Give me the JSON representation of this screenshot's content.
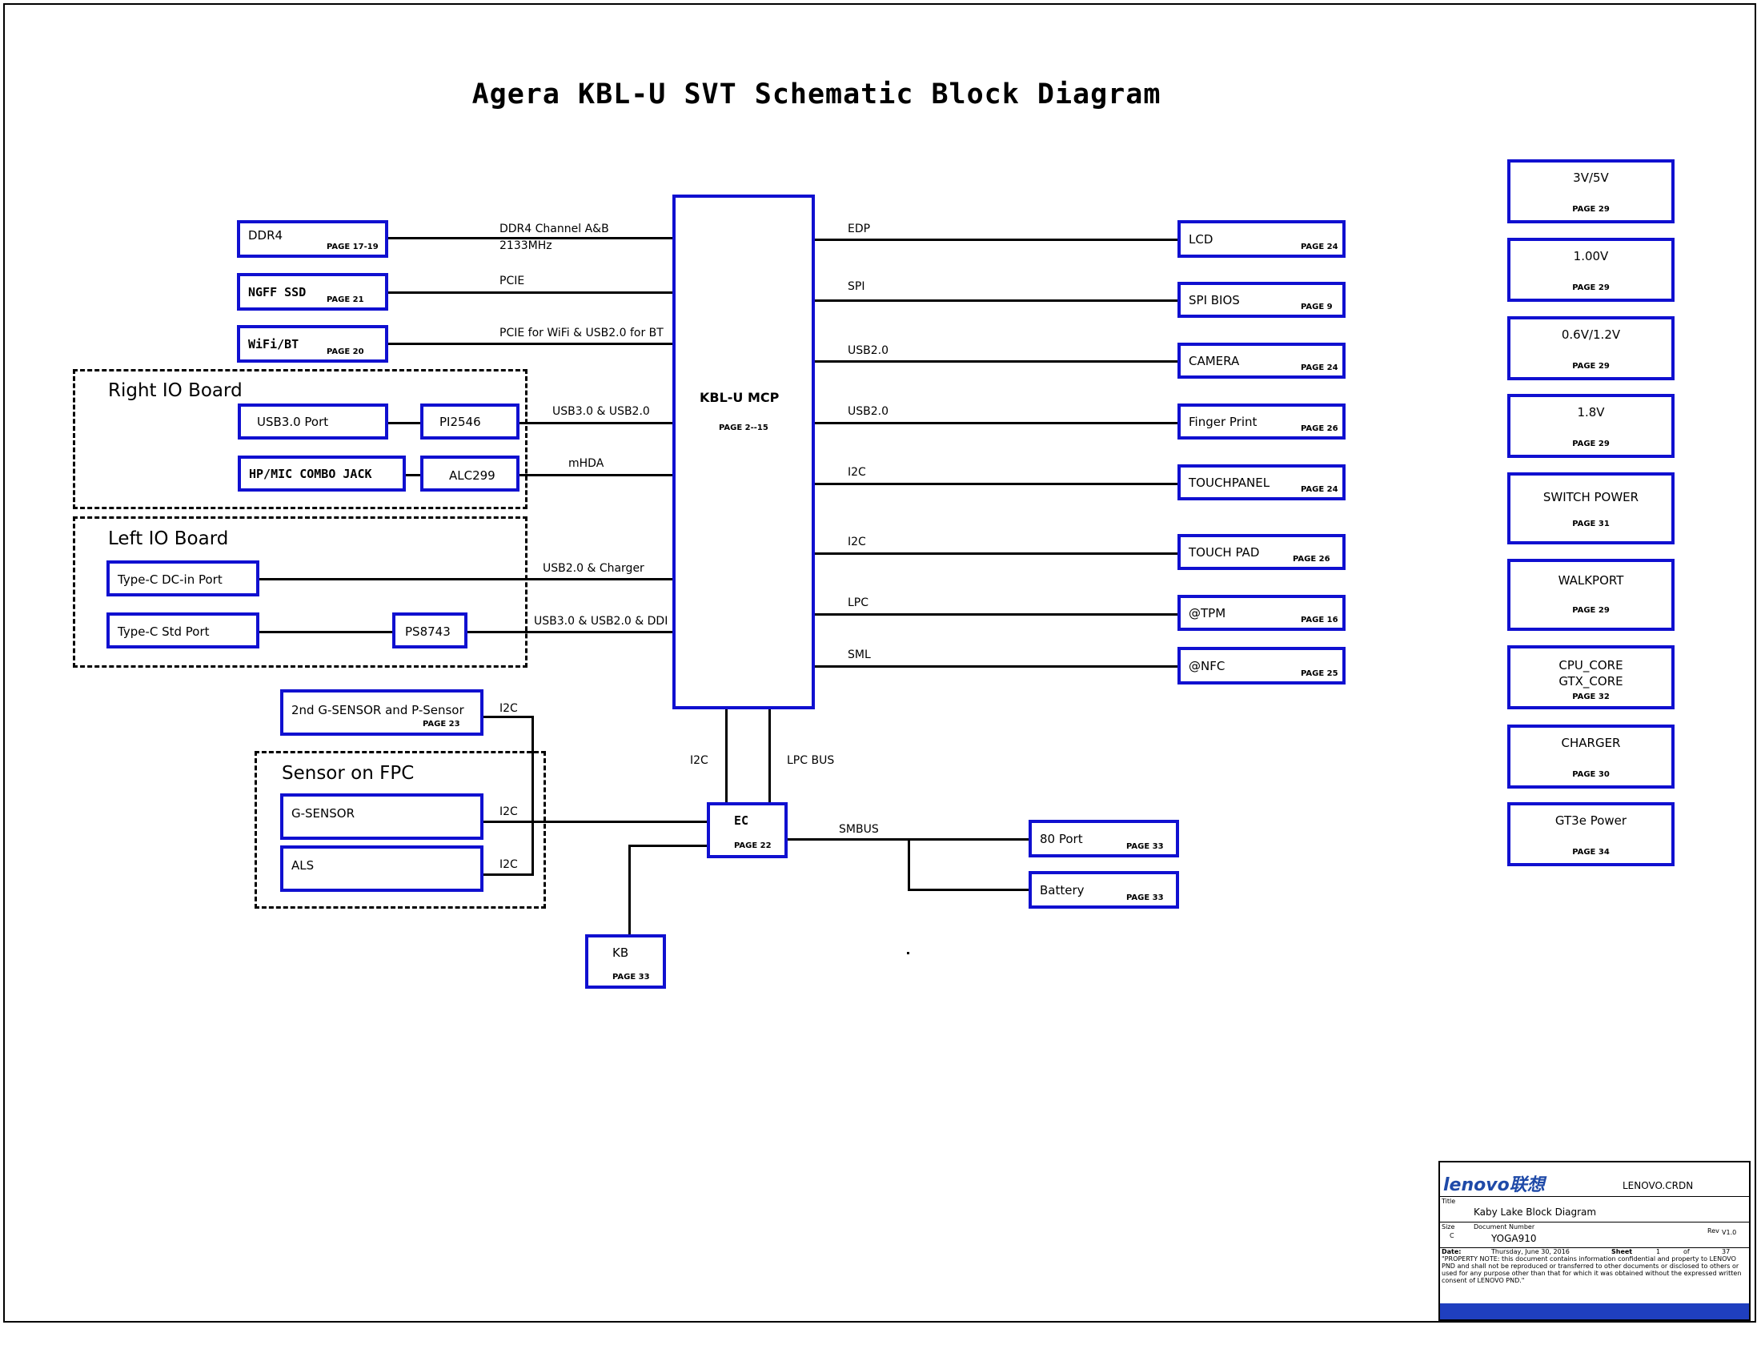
{
  "title": "Agera KBL-U SVT Schematic Block Diagram",
  "center_chip": {
    "name": "KBL-U MCP",
    "page": "PAGE 2--15"
  },
  "left_blocks": [
    {
      "name": "DDR4",
      "page": "PAGE 17-19",
      "bus": "DDR4 Channel A&B",
      "bus2": "2133MHz"
    },
    {
      "name": "NGFF SSD",
      "page": "PAGE 21",
      "bus": "PCIE"
    },
    {
      "name": "WiFi/BT",
      "page": "PAGE 20",
      "bus": "PCIE for WiFi & USB2.0 for BT"
    }
  ],
  "right_io_board": {
    "label": "Right IO Board",
    "usb30_port": "USB3.0 Port",
    "pi2546": "PI2546",
    "usb_bus": "USB3.0 & USB2.0",
    "combo_jack": "HP/MIC COMBO JACK",
    "alc299": "ALC299",
    "hda_bus": "mHDA"
  },
  "left_io_board": {
    "label": "Left IO Board",
    "typec_dc": "Type-C DC-in Port",
    "charger_bus": "USB2.0 & Charger",
    "typec_std": "Type-C Std Port",
    "ps8743": "PS8743",
    "ddi_bus": "USB3.0 & USB2.0 & DDI"
  },
  "right_blocks": [
    {
      "name": "LCD",
      "page": "PAGE 24",
      "bus": "EDP"
    },
    {
      "name": "SPI BIOS",
      "page": "PAGE 9",
      "bus": "SPI"
    },
    {
      "name": "CAMERA",
      "page": "PAGE 24",
      "bus": "USB2.0"
    },
    {
      "name": "Finger Print",
      "page": "PAGE 26",
      "bus": "USB2.0"
    },
    {
      "name": "TOUCHPANEL",
      "page": "PAGE 24",
      "bus": "I2C"
    },
    {
      "name": "TOUCH PAD",
      "page": "PAGE 26",
      "bus": "I2C"
    },
    {
      "name": "@TPM",
      "page": "PAGE 16",
      "bus": "LPC"
    },
    {
      "name": "@NFC",
      "page": "PAGE 25",
      "bus": "SML"
    }
  ],
  "sensors": {
    "second_sensor": "2nd G-SENSOR and P-Sensor",
    "second_sensor_page": "PAGE 23",
    "fpc_label": "Sensor on FPC",
    "g_sensor": "G-SENSOR",
    "als": "ALS",
    "i2c": "I2C"
  },
  "ec": {
    "name": "EC",
    "page": "PAGE 22",
    "i2c_bus": "I2C",
    "lpc_bus": "LPC BUS",
    "smbus": "SMBUS",
    "port80": "80 Port",
    "port80_page": "PAGE 33",
    "battery": "Battery",
    "battery_page": "PAGE 33",
    "kb": "KB",
    "kb_page": "PAGE 33"
  },
  "power_blocks": [
    {
      "name": "3V/5V",
      "page": "PAGE 29"
    },
    {
      "name": "1.00V",
      "page": "PAGE 29"
    },
    {
      "name": "0.6V/1.2V",
      "page": "PAGE 29"
    },
    {
      "name": "1.8V",
      "page": "PAGE 29"
    },
    {
      "name": "SWITCH POWER",
      "page": "PAGE 31"
    },
    {
      "name": "WALKPORT",
      "page": "PAGE 29"
    },
    {
      "name": "CPU_CORE",
      "name2": "GTX_CORE",
      "page": "PAGE 32"
    },
    {
      "name": "CHARGER",
      "page": "PAGE 30"
    },
    {
      "name": "GT3e Power",
      "page": "PAGE 34"
    }
  ],
  "title_block": {
    "logo": "lenovo联想",
    "company": "LENOVO.CRDN",
    "title_key": "Title",
    "title": "Kaby Lake Block Diagram",
    "size_key": "Size",
    "size": "C",
    "docnum_key": "Document Number",
    "docnum": "YOGA910",
    "rev_key": "Rev",
    "rev": "V1.0",
    "date_key": "Date:",
    "date": "Thursday, June 30, 2016",
    "sheet_key": "Sheet",
    "sheet": "1",
    "of_key": "of",
    "of": "37",
    "note": "\"PROPERTY NOTE: this document contains information confidential and property to LENOVO PND and shall not be reproduced or transferred to other documents or disclosed to others or used for any purpose other than that for which it was obtained without the expressed written consent of LENOVO PND.\""
  }
}
